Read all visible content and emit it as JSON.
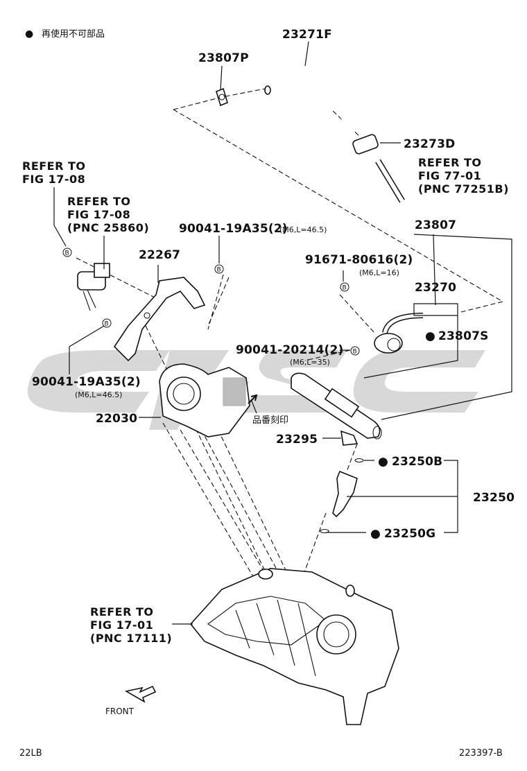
{
  "legend": {
    "bullet": "●",
    "text": "再使用不可部品"
  },
  "labels": {
    "p23271F": "23271F",
    "p23807P": "23807P",
    "p23273D": "23273D",
    "ref77": [
      "REFER TO",
      "FIG 77-01",
      "(PNC 77251B)"
    ],
    "ref1708a": [
      "REFER TO",
      "FIG 17-08"
    ],
    "ref1708b": [
      "REFER TO",
      "FIG 17-08",
      "(PNC 25860)"
    ],
    "p22267": "22267",
    "bolt1": "90041-19A35(2)",
    "bolt1_sub": "(M6,L=46.5)",
    "p23807": "23807",
    "bolt2": "91671-80616(2)",
    "bolt2_sub": "(M6,L=16)",
    "p23270": "23270",
    "p23807S": "23807S",
    "bolt3": "90041-20214(2)",
    "bolt3_sub": "(M6,L=35)",
    "bolt4": "90041-19A35(2)",
    "bolt4_sub": "(M6,L=46.5)",
    "p22030": "22030",
    "stamp": "品番刻印",
    "p23295": "23295",
    "p23250B": "23250B",
    "p23250": "23250",
    "p23250G": "23250G",
    "ref1701": [
      "REFER TO",
      "FIG 17-01",
      "(PNC 17111)"
    ],
    "front": "FRONT",
    "circle_b": "B",
    "bullet": "●"
  },
  "footer": {
    "left": "22LB",
    "right": "223397-B"
  },
  "watermark": {
    "color": "#b8b8b8"
  }
}
